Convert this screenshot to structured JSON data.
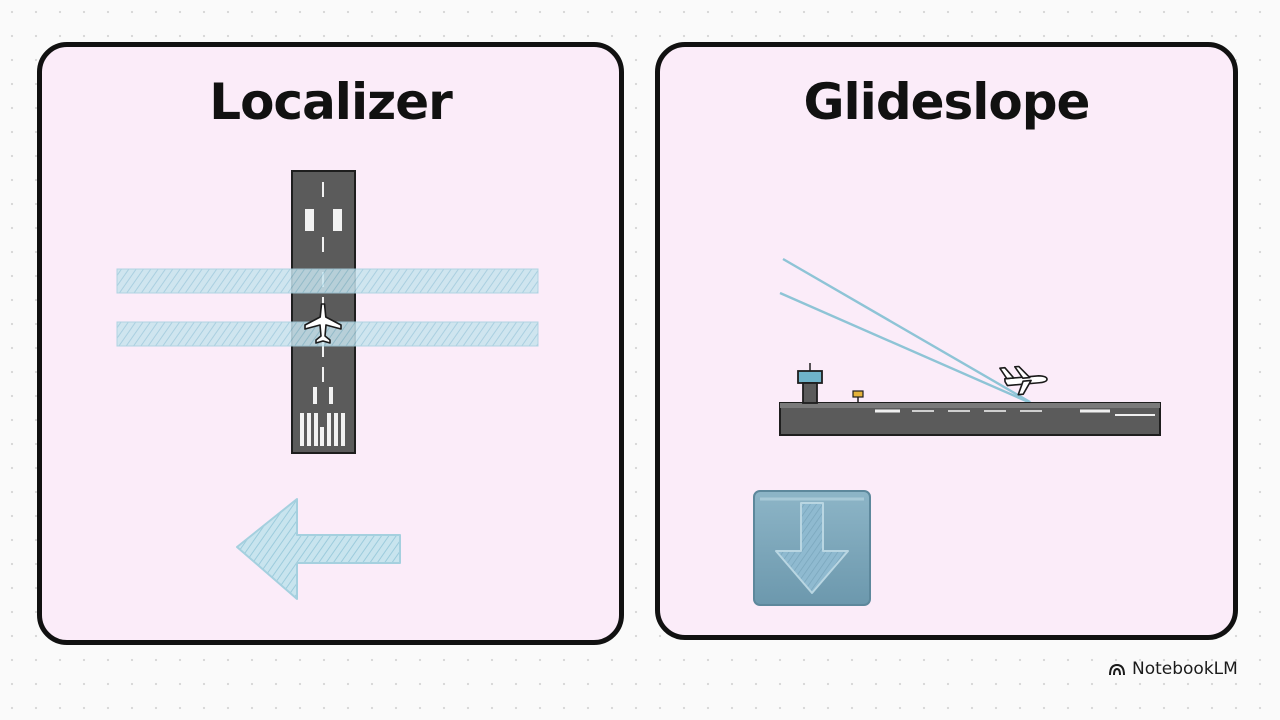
{
  "panels": {
    "localizer": {
      "title": "Localizer"
    },
    "glideslope": {
      "title": "Glideslope"
    }
  },
  "brand": {
    "name": "NotebookLM",
    "icon": "notebooklm-logo-icon"
  },
  "colors": {
    "panel_background": "#fbecf9",
    "panel_border": "#111111",
    "runway": "#5b5b5b",
    "beam": "#a9d4e3",
    "arrow_button": "#7aa6ba"
  },
  "icons": [
    "runway-top-view-icon",
    "airplane-icon",
    "left-arrow-icon",
    "runway-side-view-icon",
    "control-tower-icon",
    "down-arrow-icon"
  ]
}
